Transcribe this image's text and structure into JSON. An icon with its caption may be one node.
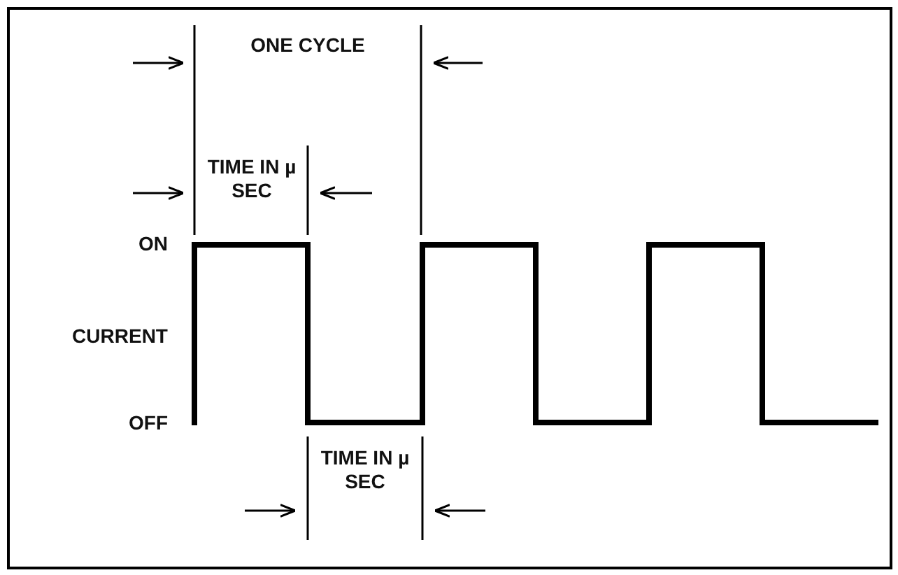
{
  "diagram": {
    "labels": [
      "ONE CYCLE",
      "TIME IN µ SEC",
      "ON",
      "CURRENT",
      "OFF",
      "TIME IN µ SEC"
    ]
  }
}
